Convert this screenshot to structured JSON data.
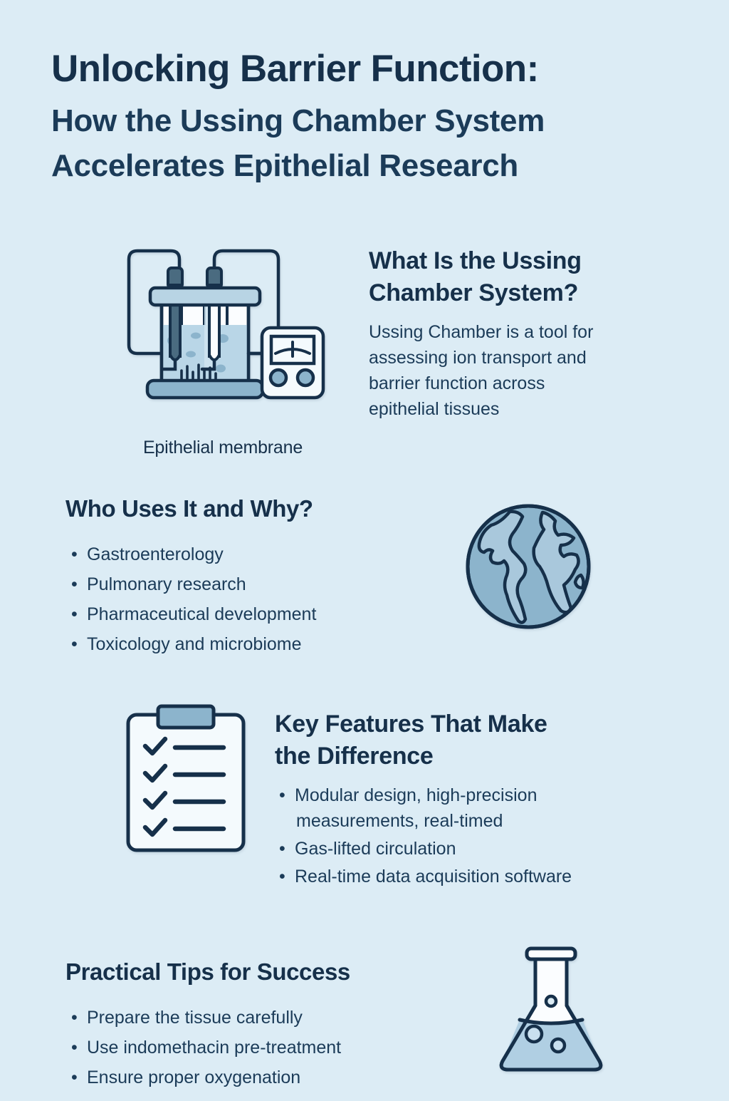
{
  "theme": {
    "background": "#dcecf5",
    "ink": "#16304a",
    "body_ink": "#1b3b58",
    "fill_light": "#f4fafd",
    "fill_mid": "#b8d4e4",
    "fill_deep": "#8cb4cc",
    "fill_slate": "#4a6b80",
    "outline": "#16304a"
  },
  "title": {
    "main": "Unlocking Barrier Function:",
    "sub_line1": "How the Ussing Chamber System",
    "sub_line2": "Accelerates Epithelial Research"
  },
  "section_what": {
    "heading_line1": "What Is the Ussing",
    "heading_line2": "Chamber System?",
    "body_line1": "Ussing Chamber is a tool for",
    "body_line2": "assessing ion transport and",
    "body_line3": "barrier function across",
    "body_line4": "epithelial tissues",
    "illustration_caption": "Epithelial membrane",
    "illustration_name": "ussing-chamber-apparatus-icon"
  },
  "section_who": {
    "heading": "Who Uses It and Why?",
    "items": [
      "Gastroenterology",
      "Pulmonary research",
      "Pharmaceutical development",
      "Toxicology and microbiome"
    ],
    "illustration_name": "globe-icon"
  },
  "section_features": {
    "heading_line1": "Key Features That Make",
    "heading_line2": "the Difference",
    "items": [
      {
        "line1": "Modular design, high-precision",
        "line2": "measurements, real-timed"
      },
      {
        "line1": "Gas-lifted circulation",
        "line2": ""
      },
      {
        "line1": "Real-time data acquisition software",
        "line2": ""
      }
    ],
    "illustration_name": "clipboard-checklist-icon"
  },
  "section_tips": {
    "heading": "Practical Tips for Success",
    "items": [
      "Prepare the tissue carefully",
      "Use indomethacin pre-treatment",
      "Ensure proper oxygenation"
    ],
    "illustration_name": "erlenmeyer-flask-icon"
  }
}
